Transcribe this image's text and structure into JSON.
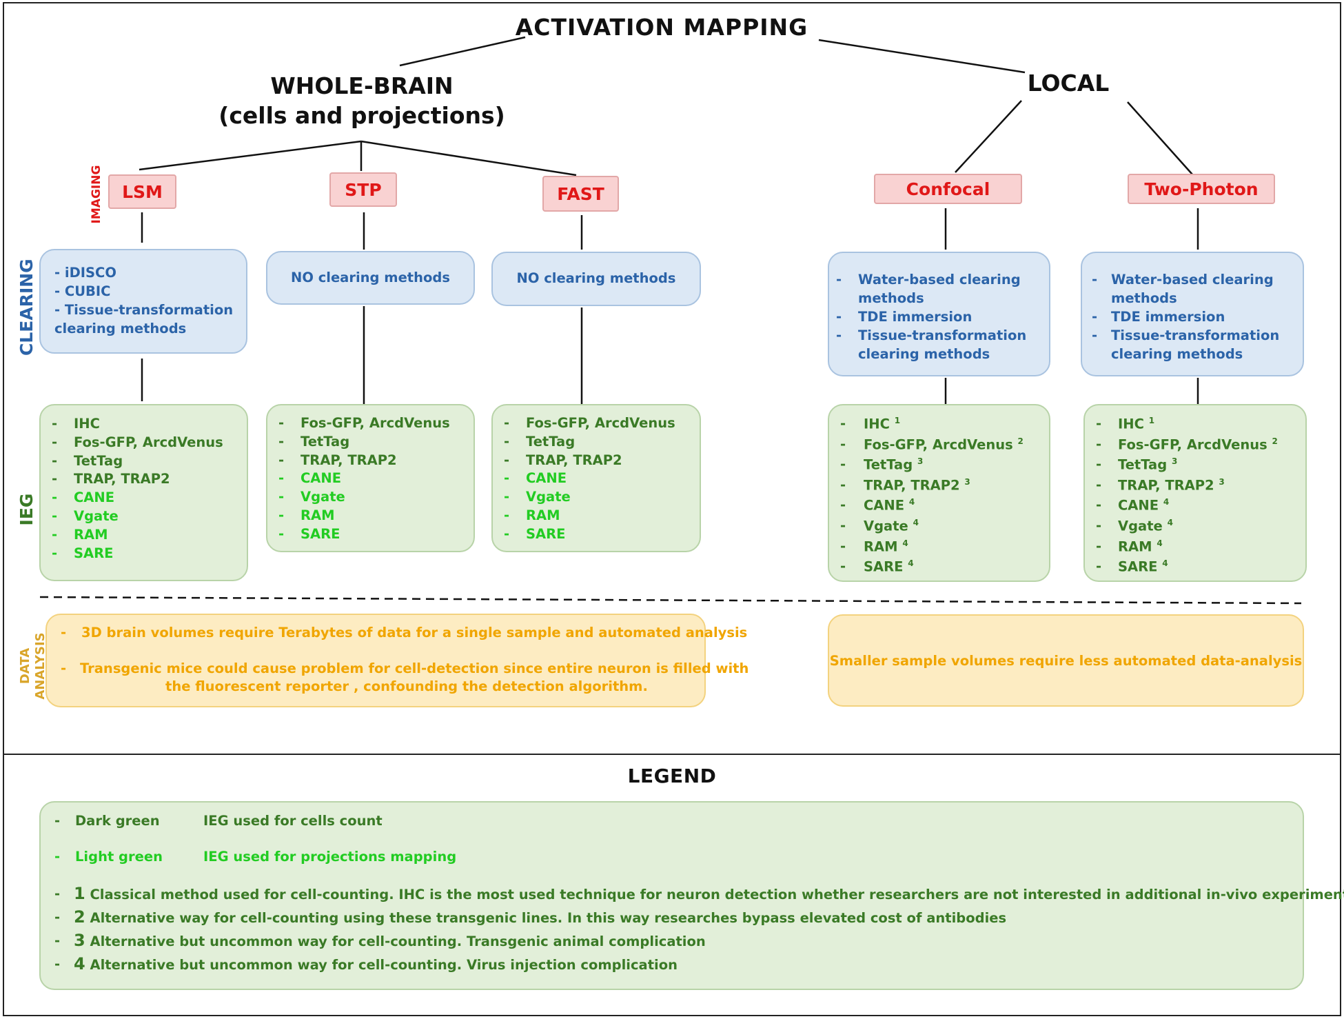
{
  "title": "ACTIVATION MAPPING",
  "branches": {
    "whole_brain": [
      "WHOLE-BRAIN",
      "(cells and projections)"
    ],
    "local": "LOCAL"
  },
  "side_labels": {
    "imaging": "IMAGING",
    "clearing": "CLEARING",
    "ieg": "IEG",
    "data_analysis": [
      "DATA",
      "ANALYSIS"
    ]
  },
  "techniques": [
    "LSM",
    "STP",
    "FAST",
    "Confocal",
    "Two-Photon"
  ],
  "clearing": {
    "lsm": [
      "- iDISCO",
      "- CUBIC",
      "- Tissue-transformation",
      "clearing methods"
    ],
    "stp": "NO clearing methods",
    "fast": "NO clearing methods",
    "local_items": [
      "Water-based clearing",
      "methods",
      "TDE immersion",
      "Tissue-transformation",
      "clearing methods"
    ]
  },
  "ieg": {
    "whole_brain_lists": {
      "lsm": [
        "IHC",
        "Fos-GFP, ArcdVenus",
        "TetTag",
        "TRAP, TRAP2",
        "CANE",
        "Vgate",
        "RAM",
        "SARE"
      ],
      "stp": [
        "Fos-GFP, ArcdVenus",
        "TetTag",
        "TRAP, TRAP2",
        "CANE",
        "Vgate",
        "RAM",
        "SARE"
      ],
      "fast": [
        "Fos-GFP, ArcdVenus",
        "TetTag",
        "TRAP, TRAP2",
        "CANE",
        "Vgate",
        "RAM",
        "SARE"
      ]
    },
    "local_list": [
      "IHC",
      "Fos-GFP, ArcdVenus",
      "TetTag",
      "TRAP, TRAP2",
      "CANE",
      "Vgate",
      "RAM",
      "SARE"
    ],
    "local_superscripts": [
      "1",
      "2",
      "3",
      "3",
      "4",
      "4",
      "4",
      "4"
    ],
    "bullet": "-"
  },
  "data_analysis": {
    "whole_brain": [
      "3D brain volumes  require  Terabytes of data for a single sample and automated analysis",
      "Transgenic mice could  cause problem for cell-detection since entire neuron is filled with",
      "the fluorescent reporter , confounding the detection algorithm."
    ],
    "local": "Smaller sample volumes require less automated data-analysis"
  },
  "legend": {
    "title": "LEGEND",
    "dark_green_label": "Dark green",
    "dark_green_text": "IEG used for cells  count",
    "light_green_label": "Light green",
    "light_green_text": "IEG used for projections mapping",
    "notes": [
      {
        "num": "1",
        "text": "Classical method used for cell-counting. IHC is the most used technique for neuron detection whether  researchers are not interested in additional in-vivo experiments"
      },
      {
        "num": "2",
        "text": "Alternative way for cell-counting using these transgenic lines. In this way researches bypass elevated cost of antibodies"
      },
      {
        "num": "3",
        "text": "Alternative but uncommon way for cell-counting. Transgenic animal complication"
      },
      {
        "num": "4",
        "text": "Alternative but uncommon way for cell-counting. Virus injection complication"
      }
    ]
  },
  "colors": {
    "imaging_red": "#e01818",
    "clearing_blue": "#2b63a8",
    "ieg_dark_green": "#3a7a26",
    "ieg_light_green": "#22cc22",
    "data_analysis_orange": "#f0a500"
  }
}
